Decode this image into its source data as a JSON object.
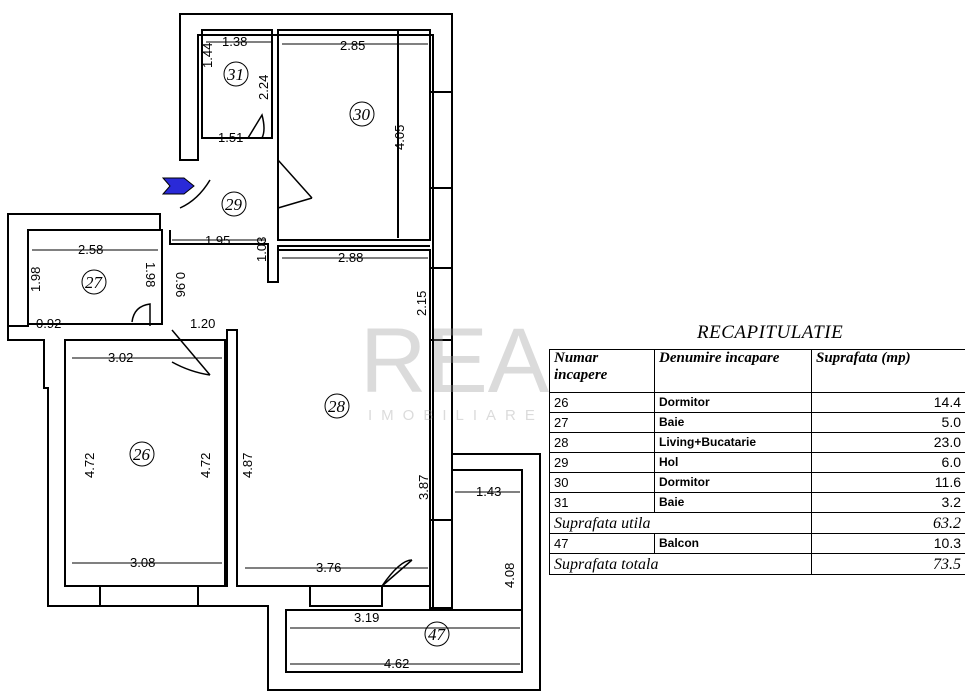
{
  "rooms": [
    {
      "id": "26"
    },
    {
      "id": "27"
    },
    {
      "id": "28"
    },
    {
      "id": "29"
    },
    {
      "id": "30"
    },
    {
      "id": "31"
    },
    {
      "id": "47"
    }
  ],
  "dimensions": {
    "r31_top": "1.38",
    "r31_side": "1.44",
    "r31_right": "2.24",
    "r31_bottom": "1.51",
    "r30_top": "2.85",
    "r30_height": "4.05",
    "r27_top": "2.58",
    "r27_side": "1.98",
    "r27_inner": "1.98",
    "r27_bottom": "0.92",
    "hall_len": "1.95",
    "hall_w": "1.03",
    "hall_v": "0.96",
    "door": "1.20",
    "r28_top": "2.88",
    "r28_win": "2.15",
    "r28_left": "4.87",
    "r28_right": "3.87",
    "r28_bottom": "3.76",
    "r26_top": "3.02",
    "r26_left": "4.72",
    "r26_right": "4.72",
    "r26_bottom": "3.08",
    "r47_top": "1.43",
    "r47_side": "4.08",
    "r47_mid": "3.19",
    "r47_bottom": "4.62"
  },
  "watermark": {
    "brand": "REA",
    "sub": "IMOBILIARE"
  },
  "recap": {
    "title": "RECAPITULATIE",
    "headers": {
      "col1": "Numar incapere",
      "col2": "Denumire incapare",
      "col3": "Suprafata (mp)"
    },
    "rows": [
      {
        "num": "26",
        "name": "Dormitor",
        "area": "14.4"
      },
      {
        "num": "27",
        "name": "Baie",
        "area": "5.0"
      },
      {
        "num": "28",
        "name": "Living+Bucatarie",
        "area": "23.0"
      },
      {
        "num": "29",
        "name": "Hol",
        "area": "6.0"
      },
      {
        "num": "30",
        "name": "Dormitor",
        "area": "11.6"
      },
      {
        "num": "31",
        "name": "Baie",
        "area": "3.2"
      }
    ],
    "useful": {
      "label": "Suprafata utila",
      "area": "63.2"
    },
    "balcony": {
      "num": "47",
      "name": "Balcon",
      "area": "10.3"
    },
    "total": {
      "label": "Suprafata totala",
      "area": "73.5"
    }
  },
  "colors": {
    "entry_arrow": "#2a2ad8"
  }
}
